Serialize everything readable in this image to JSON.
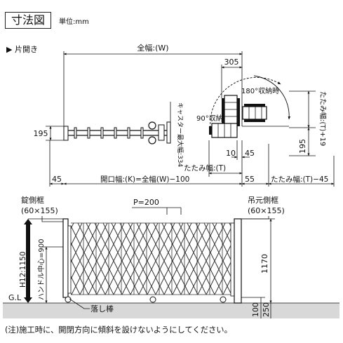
{
  "header": {
    "title": "寸法図",
    "unit": "単位:mm"
  },
  "top_view": {
    "section_label": "▶ 片開き",
    "full_width": "全幅:(W)",
    "dim_305": "305",
    "dim_180": "180°収納時",
    "dim_90": "90°収納時",
    "caster_max": "キャスター最大幅:334",
    "fold_width_t19": "たたみ幅:(T)+19",
    "dim_195_left": "195",
    "dim_195_right": "195",
    "dim_10": "10",
    "dim_45_mid": "45",
    "fold_width_t": "たたみ幅:(T)",
    "dim_45_left": "45",
    "opening_width": "開口幅:(K)=全幅(W)−100",
    "dim_55": "55",
    "fold_width_t45": "たたみ幅:(T)−45"
  },
  "front_view": {
    "lock_frame": "錠側框",
    "lock_frame_size": "(60×155)",
    "pitch": "P=200",
    "hang_frame": "吊元側框",
    "hang_frame_size": "(60×155)",
    "height_label": "H12:1150",
    "handle_center": "ハンドル中心=900",
    "dim_1170": "1170",
    "gl": "G.L",
    "drop_rod": "落し棒",
    "dim_100": "100",
    "dim_250": "250"
  },
  "footer": {
    "note": "(注)施工時に、開閉方向に傾斜を設けないようにしてください。"
  }
}
